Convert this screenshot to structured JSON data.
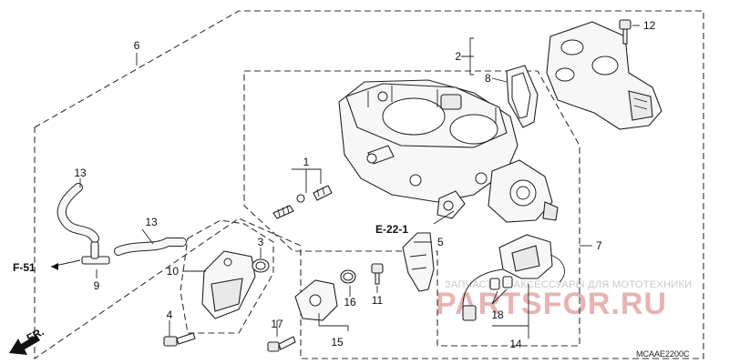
{
  "labels": {
    "p1": "1",
    "p2": "2",
    "p3": "3",
    "p4": "4",
    "p5": "5",
    "p6": "6",
    "p7": "7",
    "p8": "8",
    "p9": "9",
    "p10": "10",
    "p11": "11",
    "p12": "12",
    "p13a": "13",
    "p13b": "13",
    "p14": "14",
    "p15": "15",
    "p16": "16",
    "p17": "17",
    "p18": "18"
  },
  "refs": {
    "e22": "E-22-1",
    "f51": "F-51",
    "fr": "FR."
  },
  "diagram_code": "MCAAE2200C",
  "watermark": {
    "tagline": "ЗАПЧАСТИ И АКСЕССУАРЫ ДЛЯ МОТОТЕХНИКИ",
    "logo": "PARTSFOR.RU"
  },
  "colors": {
    "line": "#222222",
    "watermark_logo": "#e7b3b3",
    "watermark_text": "#c9c9c9"
  }
}
